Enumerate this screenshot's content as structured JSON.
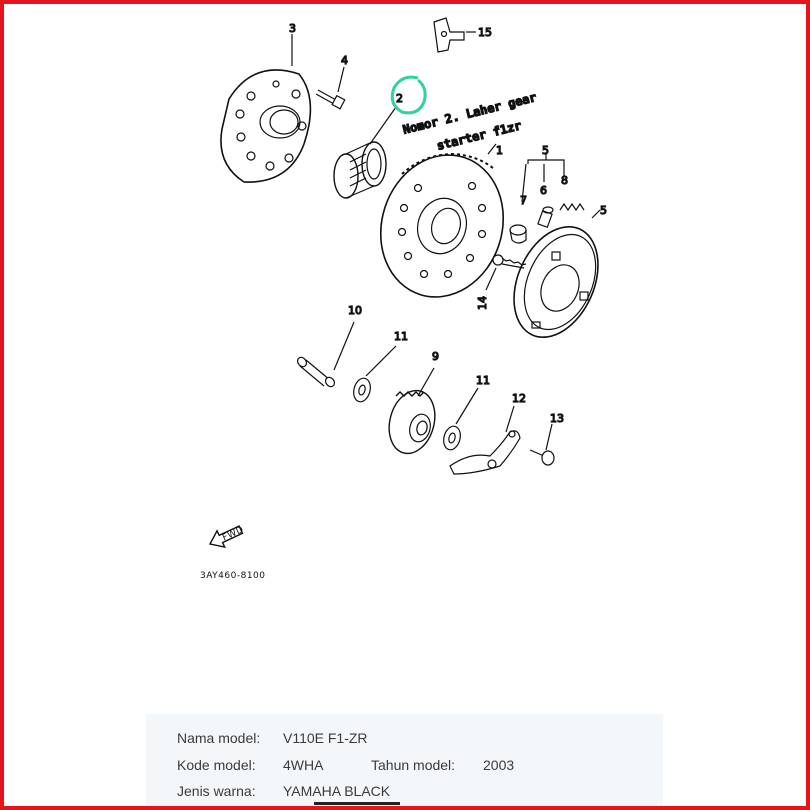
{
  "diagram": {
    "part_labels": {
      "p1": "1",
      "p2": "2",
      "p3": "3",
      "p4": "4",
      "p5a": "5",
      "p5b": "5",
      "p6": "6",
      "p7": "7",
      "p8": "8",
      "p9": "9",
      "p10": "10",
      "p11a": "11",
      "p11b": "11",
      "p12": "12",
      "p13": "13",
      "p14": "14",
      "p15": "15"
    },
    "annotation_line1": "Nomor 2. Laher gear",
    "annotation_line2": "starter f1zr",
    "fwd_text": "FWD",
    "diagram_code": "3AY460-8100",
    "colors": {
      "frame": "#e8141b",
      "highlight": "#2fd49a",
      "ink": "#111111"
    }
  },
  "info": {
    "model_label": "Nama model:",
    "model_value": "V110E F1-ZR",
    "code_label": "Kode model:",
    "code_value": "4WHA",
    "year_label": "Tahun model:",
    "year_value": "2003",
    "color_label": "Jenis warna:",
    "color_value": "YAMAHA BLACK"
  }
}
